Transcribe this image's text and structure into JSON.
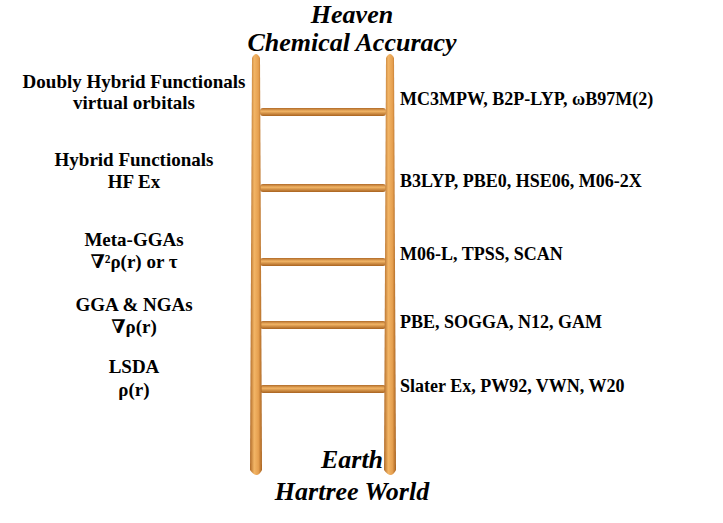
{
  "diagram": {
    "labels": [
      "Heaven",
      "Chemical Accuracy",
      "Doubly Hybrid Functionals",
      "virtual orbitals",
      "MC3MPW, B2P-LYP, ωB97M(2)",
      "Hybrid Functionals",
      "HF Ex",
      "B3LYP, PBE0, HSE06, M06-2X",
      "Meta-GGAs",
      "∇²ρ(r) or τ",
      "M06-L, TPSS, SCAN",
      "GGA & NGAs",
      "∇ρ(r)",
      "PBE, SOGGA, N12, GAM",
      "LSDA",
      "ρ(r)",
      "Slater Ex, PW92,  VWN, W20",
      "Earth",
      "Hartree World"
    ]
  }
}
